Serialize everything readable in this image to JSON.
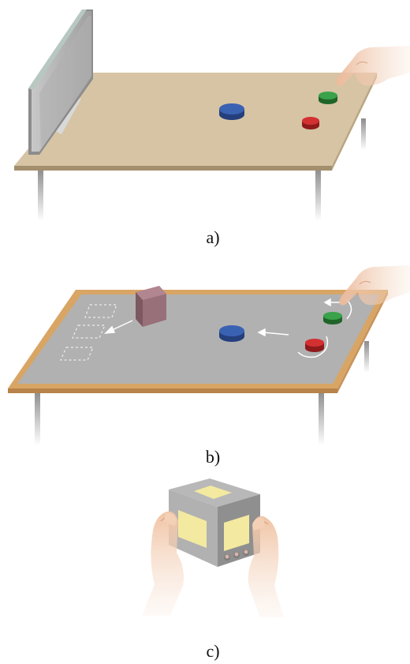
{
  "captions": {
    "a": "a)",
    "b": "b)",
    "c": "c)"
  },
  "panels": {
    "a": {
      "objects": [
        "monitor",
        "tabletop",
        "blue-puck",
        "green-puck",
        "red-puck",
        "pointing-hand"
      ]
    },
    "b": {
      "objects": [
        "display-tabletop",
        "purple-box",
        "blue-puck",
        "green-puck",
        "red-puck",
        "pointing-hand",
        "dashed-slots",
        "motion-arrows"
      ]
    },
    "c": {
      "objects": [
        "handheld-cube-device",
        "left-hand",
        "right-hand"
      ]
    }
  },
  "colors": {
    "table_wood": "#d4c2a2",
    "table_edge": "#a08c6a",
    "table_legs": "#9a9a9a",
    "screen_gray": "#a9a9a9",
    "frame_orange": "#d5a060",
    "puck_blue": "#2f55a4",
    "puck_green": "#2f8a3c",
    "puck_red": "#c0282a",
    "box_mauve": "#9a6b74",
    "cube_gray": "#a7a7a7",
    "cube_screen": "#f4eaa0",
    "skin": "#f0c6a8"
  }
}
